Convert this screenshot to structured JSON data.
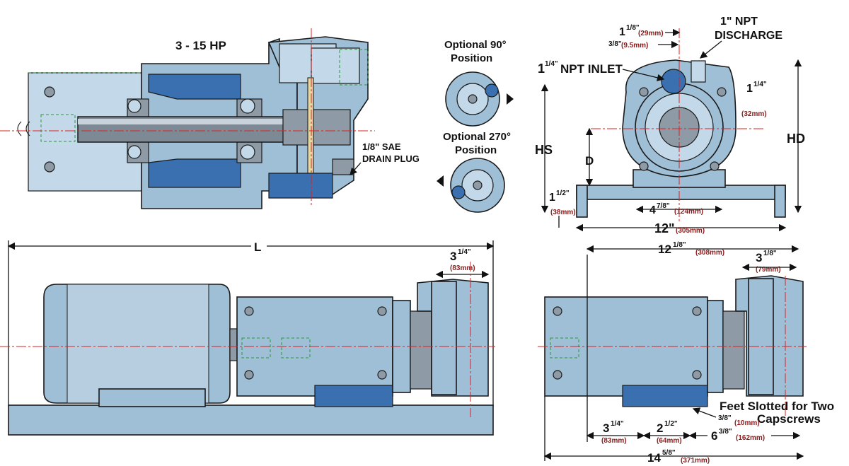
{
  "colors": {
    "body": "#9fbfd6",
    "body_dark": "#3a6fb0",
    "centerline": "#dd2222",
    "hidden_line": "#2a9a3a",
    "metric_text": "#8b1a1a"
  },
  "section_view": {
    "title": "3 - 15 HP",
    "drain_plug_line1": "1/8\" SAE",
    "drain_plug_line2": "DRAIN PLUG"
  },
  "optional_positions": {
    "pos90_line1": "Optional 90°",
    "pos90_line2": "Position",
    "pos270_line1": "Optional 270°",
    "pos270_line2": "Position"
  },
  "end_view": {
    "discharge_line1": "1\" NPT",
    "discharge_line2": "DISCHARGE",
    "inlet_whole": "1",
    "inlet_frac": "1/4\"",
    "inlet_text": "NPT INLET",
    "dim_top_whole": "1",
    "dim_top_frac": "1/8\"",
    "dim_top_mm": "(29mm)",
    "dim_offset_frac": "3/8\"",
    "dim_offset_mm": "(9.5mm)",
    "dim_right_whole": "1",
    "dim_right_frac": "1/4\"",
    "dim_right_mm": "(32mm)",
    "hs": "HS",
    "hd": "HD",
    "d": "D",
    "foot_h_whole": "1",
    "foot_h_frac": "1/2\"",
    "foot_h_mm": "(38mm)",
    "bolt_whole": "4",
    "bolt_frac": "7/8\"",
    "bolt_mm": "(124mm)",
    "base_whole": "12\"",
    "base_mm": "(305mm)"
  },
  "side_view": {
    "overall": "L",
    "suction_whole": "3",
    "suction_frac": "1/4\"",
    "suction_mm": "(83mm)"
  },
  "pump_view": {
    "length_whole": "12",
    "length_frac": "1/8\"",
    "length_mm": "(308mm)",
    "suction_whole": "3",
    "suction_frac": "1/8\"",
    "suction_mm": "(79mm)",
    "feet_line1": "Feet Slotted for Two",
    "feet_line2": "Capscrews",
    "slot_frac": "3/8\"",
    "slot_mm": "(10mm)",
    "d1_whole": "3",
    "d1_frac": "1/4\"",
    "d1_mm": "(83mm)",
    "d2_whole": "2",
    "d2_frac": "1/2\"",
    "d2_mm": "(64mm)",
    "d3_whole": "6",
    "d3_frac": "3/8\"",
    "d3_mm": "(162mm)",
    "overall_whole": "14",
    "overall_frac": "5/8\"",
    "overall_mm": "(371mm)"
  }
}
